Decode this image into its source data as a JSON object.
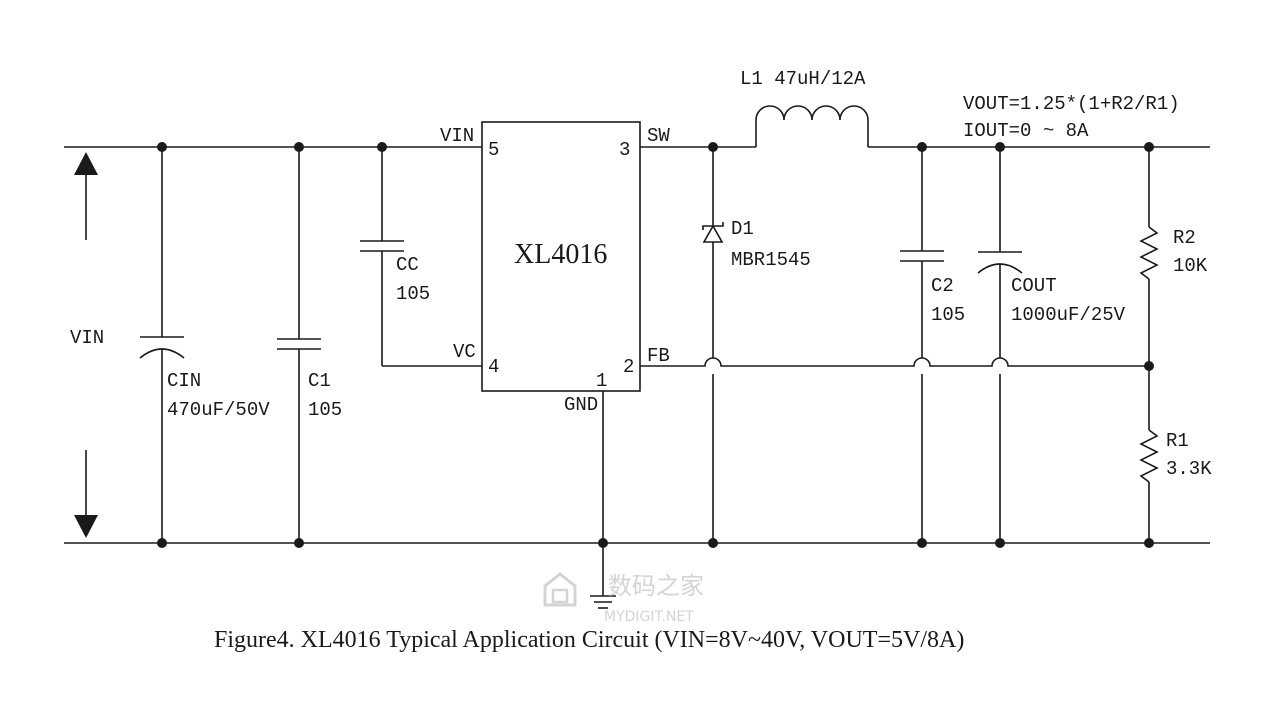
{
  "chip": {
    "name": "XL4016"
  },
  "pins": {
    "vin_label": "VIN",
    "vin_num": "5",
    "sw_label": "SW",
    "sw_num": "3",
    "vc_label": "VC",
    "vc_num": "4",
    "fb_label": "FB",
    "fb_num": "2",
    "gnd_label": "GND",
    "gnd_num": "1"
  },
  "input": {
    "label": "VIN"
  },
  "components": {
    "cin": {
      "name": "CIN",
      "value": "470uF/50V"
    },
    "c1": {
      "name": "C1",
      "value": "105"
    },
    "cc": {
      "name": "CC",
      "value": "105"
    },
    "l1": {
      "name": "L1",
      "value": "47uH/12A"
    },
    "d1": {
      "name": "D1",
      "value": "MBR1545"
    },
    "c2": {
      "name": "C2",
      "value": "105"
    },
    "cout": {
      "name": "COUT",
      "value": "1000uF/25V"
    },
    "r2": {
      "name": "R2",
      "value": "10K"
    },
    "r1": {
      "name": "R1",
      "value": "3.3K"
    }
  },
  "formulas": {
    "vout": "VOUT=1.25*(1+R2/R1)",
    "iout": "IOUT=0 ~ 8A"
  },
  "caption": "Figure4. XL4016 Typical Application Circuit (VIN=8V~40V, VOUT=5V/8A)",
  "watermark": {
    "cn": "数码之家",
    "en": "MYDIGIT.NET"
  }
}
